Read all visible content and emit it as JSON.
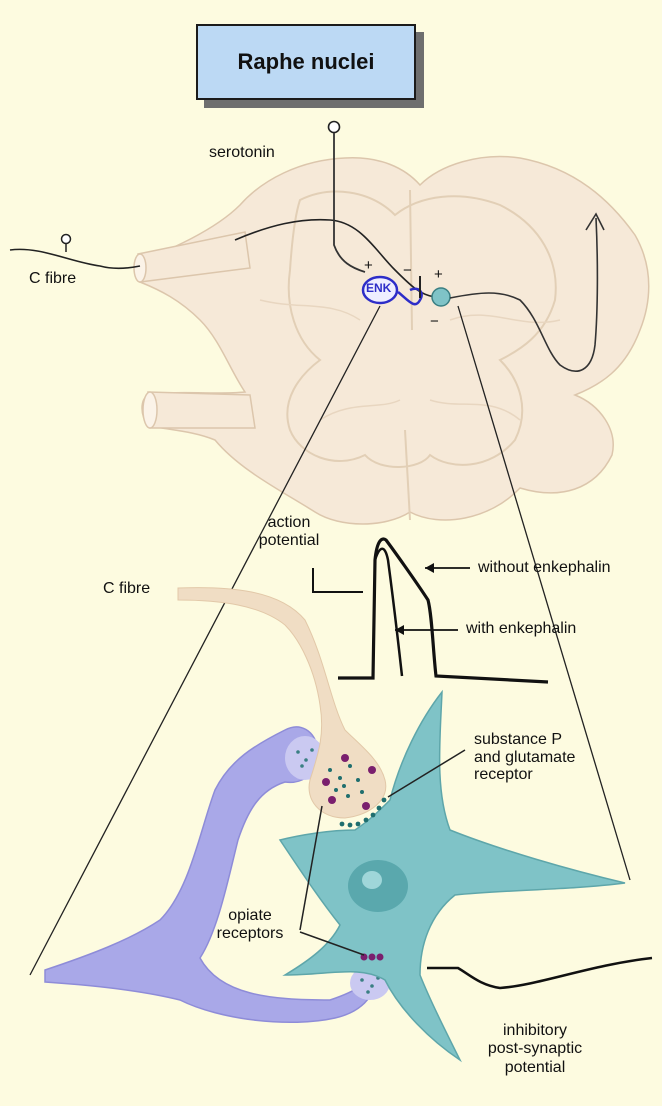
{
  "title": "Raphe nuclei",
  "labels": {
    "serotonin": "serotonin",
    "c_fibre_top": "C fibre",
    "enk": "ENK",
    "plus_left": "+",
    "minus_mid": "−",
    "plus_right": "+",
    "minus_bottom": "−",
    "action_potential_1": "action",
    "action_potential_2": "potential",
    "without_enkephalin": "without enkephalin",
    "with_enkephalin": "with enkephalin",
    "c_fibre_bottom": "C fibre",
    "substance_p_1": "substance P",
    "substance_p_2": "and glutamate",
    "substance_p_3": "receptor",
    "opiate_1": "opiate",
    "opiate_2": "receptors",
    "ipsp_1": "inhibitory",
    "ipsp_2": "post-synaptic",
    "ipsp_3": "potential"
  },
  "colors": {
    "background": "#fdfbe0",
    "title_box": "#bcd9f4",
    "spinal_cord": "#f6e9d8",
    "spinal_outline": "#dcc6ac",
    "enk_neuron": "#2d2dc8",
    "dorsal_horn_neuron": "#7fc3c7",
    "interneuron": "#a9a8e8",
    "c_fibre_axon": "#f0ddc4",
    "opiate_receptor": "#7a1f6e",
    "transmitter_dot": "#1f6e6e"
  }
}
